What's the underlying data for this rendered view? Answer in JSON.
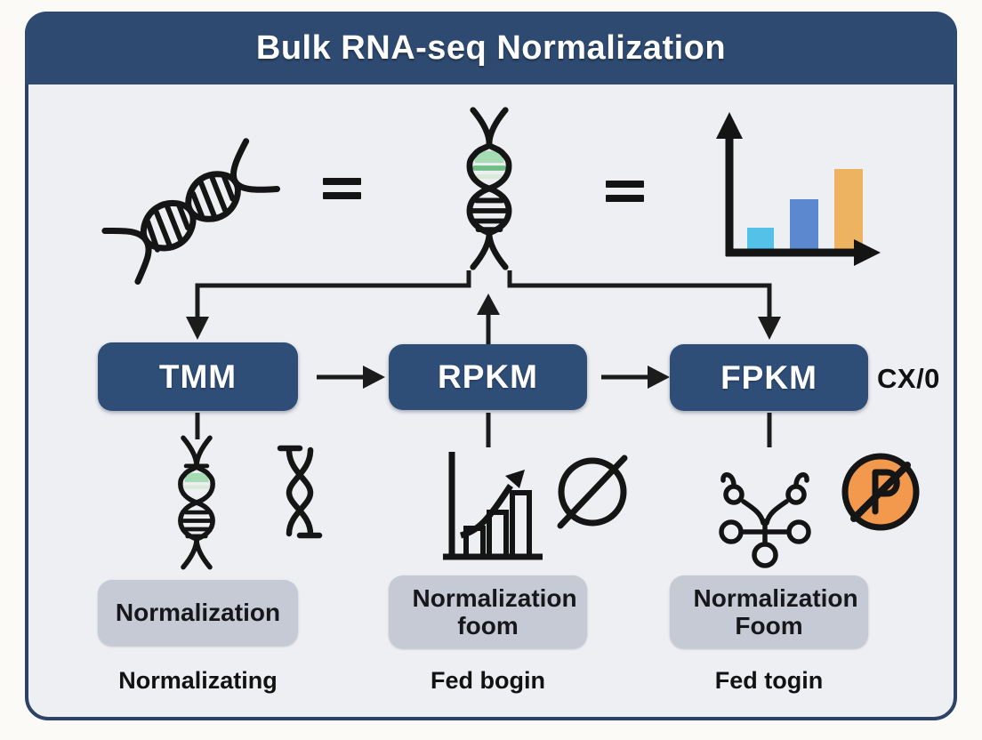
{
  "header": {
    "title": "Bulk RNA-seq Normalization"
  },
  "top_row": {
    "equals_1": "=",
    "equals_2": "=",
    "icons": [
      "dna-helix-diagonal-icon",
      "dna-helix-vertical-icon",
      "bar-chart-icon"
    ]
  },
  "flow": {
    "boxes": [
      {
        "label": "TMM"
      },
      {
        "label": "RPKM"
      },
      {
        "label": "FPKM"
      }
    ],
    "fpkm_annotation": "CX/0"
  },
  "detail_icons": {
    "tmm": [
      "dna-helix-green-band-icon",
      "simple-helix-icon"
    ],
    "rpkm": [
      "growth-chart-icon",
      "null-set-icon"
    ],
    "fpkm": [
      "pathway-network-icon",
      "no-p-circle-icon"
    ]
  },
  "bottom": {
    "groups": [
      {
        "box_label": "Normalization",
        "caption": "Normalizating"
      },
      {
        "box_label": "Normalization foom",
        "caption": "Fed bogin"
      },
      {
        "box_label": "Normalization Foom",
        "caption": "Fed togin"
      }
    ]
  },
  "colors": {
    "header_bg": "#2e4a70",
    "frame_bg": "#edeff3",
    "frame_border": "#2c4266",
    "node_bg": "#2e4d77",
    "node_text": "#ffffff",
    "label_bg": "#c5cad4",
    "ink": "#1b1b1b",
    "bar_light": "#53c1e8",
    "bar_mid": "#5c88cf",
    "bar_orange": "#edb360",
    "dna_green": "#a6dcb3",
    "dna_green_dark": "#6fbe85",
    "nop_orange": "#f2994e"
  }
}
